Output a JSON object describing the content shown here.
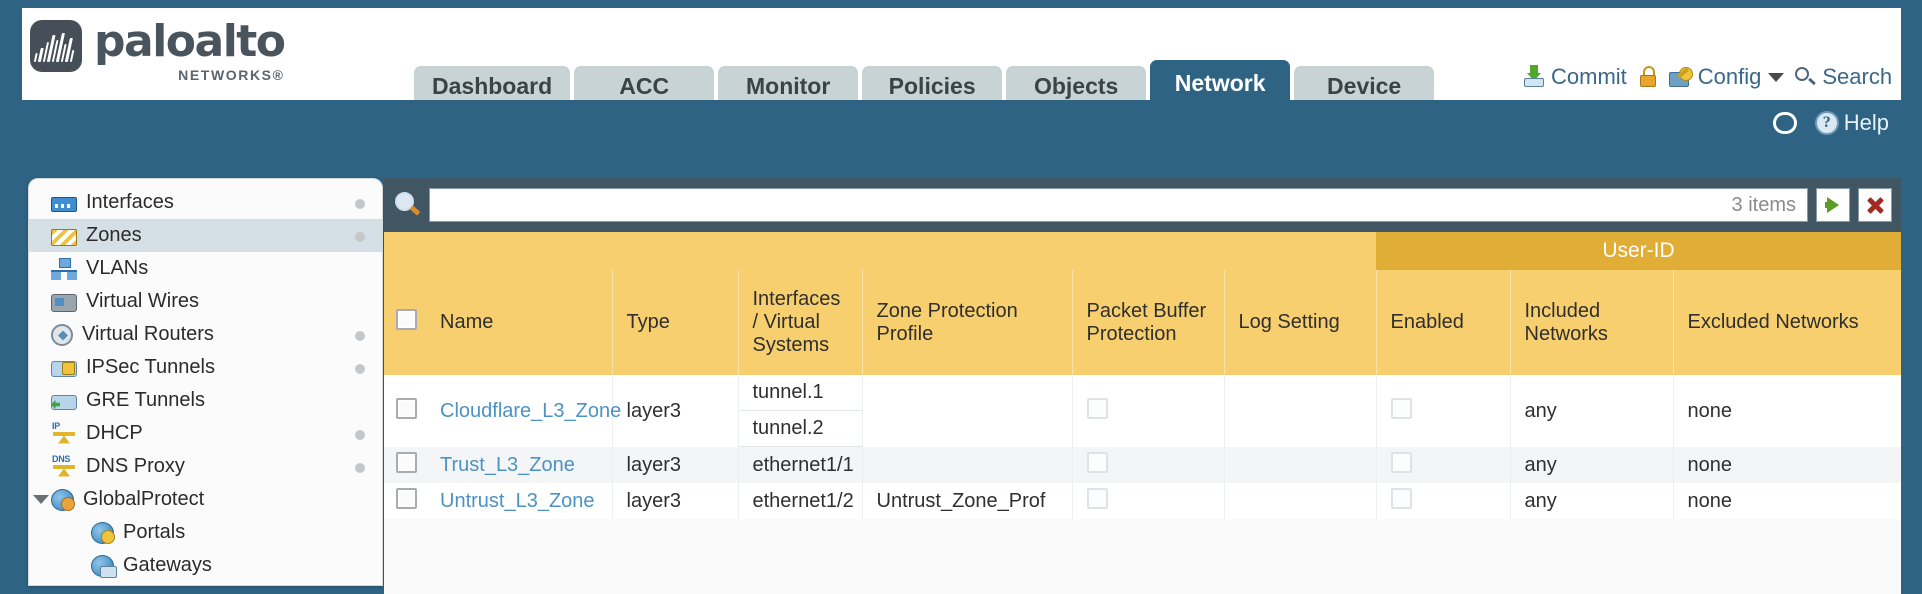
{
  "brand": {
    "name": "paloalto",
    "tagline": "NETWORKS",
    "registered": "®"
  },
  "header": {
    "tabs": [
      {
        "label": "Dashboard",
        "active": false
      },
      {
        "label": "ACC",
        "active": false
      },
      {
        "label": "Monitor",
        "active": false
      },
      {
        "label": "Policies",
        "active": false
      },
      {
        "label": "Objects",
        "active": false
      },
      {
        "label": "Network",
        "active": true
      },
      {
        "label": "Device",
        "active": false
      }
    ],
    "actions": {
      "commit": "Commit",
      "config": "Config",
      "search": "Search"
    },
    "icons": {
      "commit": "commit-icon",
      "lock": "padlock-icon",
      "config": "config-wrench-icon",
      "caret": "chevron-down-icon",
      "search": "search-icon"
    }
  },
  "toolbar": {
    "refresh_icon": "refresh-icon",
    "help_label": "Help",
    "help_icon": "help-question-icon"
  },
  "sidebar": {
    "items": [
      {
        "label": "Interfaces",
        "icon": "interfaces-icon",
        "dot": true,
        "selected": false,
        "child": false,
        "expander": false
      },
      {
        "label": "Zones",
        "icon": "zones-icon",
        "dot": true,
        "selected": true,
        "child": false,
        "expander": false
      },
      {
        "label": "VLANs",
        "icon": "vlans-icon",
        "dot": false,
        "selected": false,
        "child": false,
        "expander": false
      },
      {
        "label": "Virtual Wires",
        "icon": "virtual-wires-icon",
        "dot": false,
        "selected": false,
        "child": false,
        "expander": false
      },
      {
        "label": "Virtual Routers",
        "icon": "virtual-routers-icon",
        "dot": true,
        "selected": false,
        "child": false,
        "expander": false
      },
      {
        "label": "IPSec Tunnels",
        "icon": "ipsec-tunnels-icon",
        "dot": true,
        "selected": false,
        "child": false,
        "expander": false
      },
      {
        "label": "GRE Tunnels",
        "icon": "gre-tunnels-icon",
        "dot": false,
        "selected": false,
        "child": false,
        "expander": false
      },
      {
        "label": "DHCP",
        "icon": "dhcp-icon",
        "dot": true,
        "selected": false,
        "child": false,
        "expander": false
      },
      {
        "label": "DNS Proxy",
        "icon": "dns-proxy-icon",
        "dot": true,
        "selected": false,
        "child": false,
        "expander": false
      },
      {
        "label": "GlobalProtect",
        "icon": "globalprotect-icon",
        "dot": false,
        "selected": false,
        "child": false,
        "expander": true
      },
      {
        "label": "Portals",
        "icon": "portals-icon",
        "dot": false,
        "selected": false,
        "child": true,
        "expander": false
      },
      {
        "label": "Gateways",
        "icon": "gateways-icon",
        "dot": false,
        "selected": false,
        "child": true,
        "expander": false
      }
    ]
  },
  "search": {
    "value": "",
    "placeholder": "",
    "item_count": "3 items",
    "apply_icon": "apply-filter-arrow-icon",
    "clear_icon": "clear-filter-x-icon",
    "magnifier_icon": "search-icon"
  },
  "table": {
    "group_headers": [
      {
        "label": "User-ID",
        "span": 3
      }
    ],
    "columns": [
      "Name",
      "Type",
      "Interfaces / Virtual Systems",
      "Zone Protection Profile",
      "Packet Buffer Protection",
      "Log Setting",
      "Enabled",
      "Included Networks",
      "Excluded Networks"
    ],
    "rows": [
      {
        "selected": false,
        "name": "Cloudflare_L3_Zone",
        "type": "layer3",
        "interfaces": [
          "tunnel.1",
          "tunnel.2"
        ],
        "zone_protection_profile": "",
        "packet_buffer_protection": false,
        "log_setting": "",
        "userid_enabled": false,
        "included_networks": "any",
        "excluded_networks": "none"
      },
      {
        "selected": false,
        "name": "Trust_L3_Zone",
        "type": "layer3",
        "interfaces": [
          "ethernet1/1"
        ],
        "zone_protection_profile": "",
        "packet_buffer_protection": false,
        "log_setting": "",
        "userid_enabled": false,
        "included_networks": "any",
        "excluded_networks": "none"
      },
      {
        "selected": false,
        "name": "Untrust_L3_Zone",
        "type": "layer3",
        "interfaces": [
          "ethernet1/2"
        ],
        "zone_protection_profile": "Untrust_Zone_Prof",
        "packet_buffer_protection": false,
        "log_setting": "",
        "userid_enabled": false,
        "included_networks": "any",
        "excluded_networks": "none"
      }
    ]
  },
  "colors": {
    "brand_blue": "#2f6384",
    "header_yellow": "#f7cf6e",
    "group_yellow": "#e0ad36",
    "link_blue": "#4c92c3",
    "searchbar_slate": "#415663"
  }
}
